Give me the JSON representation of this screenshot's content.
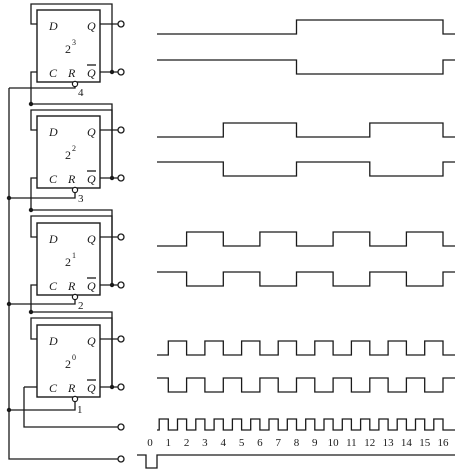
{
  "flipflops": [
    {
      "weight_base": "2",
      "weight_exp": "3",
      "output_label": "Q",
      "inverted_label": "Q",
      "data_label": "D",
      "clock_label": "C",
      "reset_label": "R",
      "reset_number": "4"
    },
    {
      "weight_base": "2",
      "weight_exp": "2",
      "output_label": "Q",
      "inverted_label": "Q",
      "data_label": "D",
      "clock_label": "C",
      "reset_label": "R",
      "reset_number": "3"
    },
    {
      "weight_base": "2",
      "weight_exp": "1",
      "output_label": "Q",
      "inverted_label": "Q",
      "data_label": "D",
      "clock_label": "C",
      "reset_label": "R",
      "reset_number": "2"
    },
    {
      "weight_base": "2",
      "weight_exp": "0",
      "output_label": "Q",
      "inverted_label": "Q",
      "data_label": "D",
      "clock_label": "C",
      "reset_label": "R",
      "reset_number": "1"
    }
  ],
  "timeline": {
    "tick_labels": [
      "0",
      "1",
      "2",
      "3",
      "4",
      "5",
      "6",
      "7",
      "8",
      "9",
      "10",
      "11",
      "12",
      "13",
      "14",
      "15",
      "16"
    ],
    "clock_pulses": 16
  },
  "waveforms": [
    {
      "bit": 3,
      "q_levels": [
        0,
        0,
        0,
        0,
        0,
        0,
        0,
        0,
        1,
        1,
        1,
        1,
        1,
        1,
        1,
        1
      ]
    },
    {
      "bit": 2,
      "q_levels": [
        0,
        0,
        0,
        0,
        1,
        1,
        1,
        1,
        0,
        0,
        0,
        0,
        1,
        1,
        1,
        1
      ]
    },
    {
      "bit": 1,
      "q_levels": [
        0,
        0,
        1,
        1,
        0,
        0,
        1,
        1,
        0,
        0,
        1,
        1,
        0,
        0,
        1,
        1
      ]
    },
    {
      "bit": 0,
      "q_levels": [
        0,
        1,
        0,
        1,
        0,
        1,
        0,
        1,
        0,
        1,
        0,
        1,
        0,
        1,
        0,
        1
      ]
    }
  ]
}
